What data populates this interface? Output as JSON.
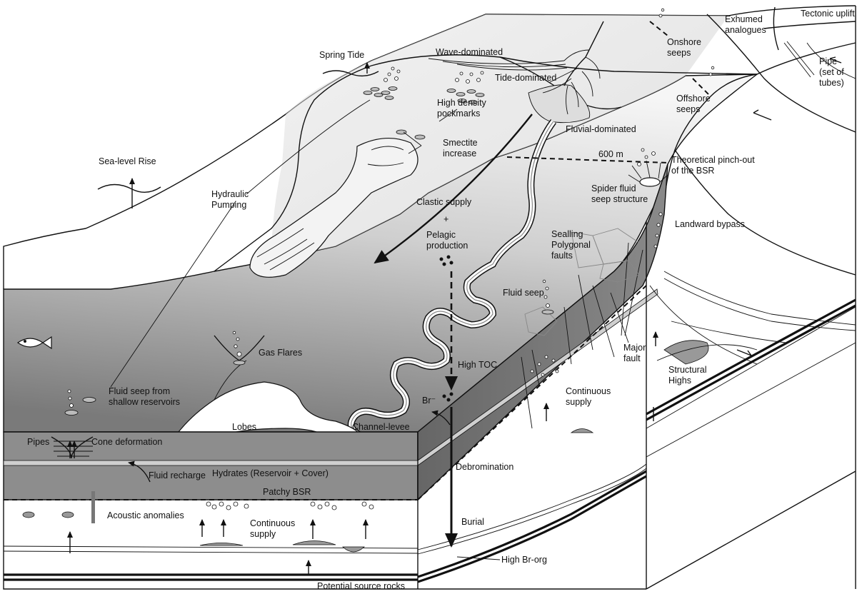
{
  "labels": {
    "spring_tide": "Spring Tide",
    "wave_dominated": "Wave-dominated",
    "tide_dominated": "Tide-dominated",
    "fluvial_dominated": "Fluvial-dominated",
    "high_density_pockmarks": "High density\npockmarks",
    "smectite_increase": "Smectite\nincrease",
    "sea_level_rise": "Sea-level Rise",
    "hydraulic_pumping": "Hydraulic\nPumping",
    "clastic_supply": "Clastic  supply",
    "plus": "+",
    "pelagic_production": "Pelagic\nproduction",
    "six_hundred_m": "600 m",
    "theoretical_pinch_out": "Theoretical pinch-out\nof the BSR",
    "spider_fluid_seep": "Spider fluid\nseep structure",
    "landward_bypass": "Landward bypass",
    "sealing_polygonal_faults": "Sealling\nPolygonal\nfaults",
    "fluid_seep": "Fluid seep",
    "gas_flares": "Gas Flares",
    "high_toc": "High TOC",
    "br_minus": "Br⁻",
    "fluid_seep_shallow": "Fluid seep from\nshallow reservoirs",
    "lobes": "Lobes",
    "channel_levee": "Channel-levee",
    "pipes": "Pipes",
    "cone_deformation": "Cone deformation",
    "fluid_recharge": "Fluid recharge",
    "hydrates": "Hydrates (Reservoir + Cover)",
    "patchy_bsr": "Patchy BSR",
    "acoustic_anomalies": "Acoustic anomalies",
    "continuous_supply_bottom": "Continuous\nsupply",
    "continuous_supply_right": "Continuous\nsupply",
    "debromination": "Debromination",
    "burial": "Burial",
    "high_br_org": "High Br-org",
    "potential_source_rocks": "Potential source rocks",
    "major_fault": "Major\nfault",
    "structural_highs": "Structural\nHighs",
    "onshore_seeps": "Onshore\nseeps",
    "offshore_seeps": "Offshore\nseeps",
    "exhumed_analogues": "Exhumed\nanalogues",
    "tectonic_uplift": "Tectonic uplift",
    "pipe_set_of_tubes": "Pipe\n(set of\ntubes)"
  },
  "colors": {
    "seafloor_light": "#f2f2f2",
    "seafloor_dark": "#7a7a7a",
    "hydrate_layer": "#7d7d7d",
    "hydrate_layer_front": "#8c8c8c",
    "side_dark": "#6e6e6e",
    "ink": "#111111"
  }
}
